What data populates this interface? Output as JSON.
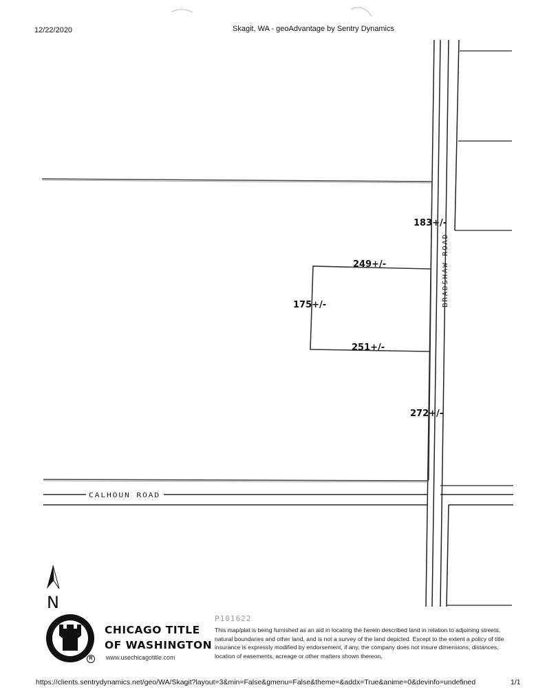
{
  "header": {
    "date": "12/22/2020",
    "title": "Skagit, WA - geoAdvantage by Sentry Dynamics"
  },
  "map": {
    "labels": {
      "north_183": "183+/-",
      "top_249": "249+/-",
      "west_175": "175+/-",
      "bottom_251": "251+/-",
      "south_272": "272+/-"
    },
    "roads": {
      "calhoun": "CALHOUN ROAD",
      "bradshaw": "BRADSHAW ROAD"
    },
    "north_arrow": "N"
  },
  "branding": {
    "line1": "CHICAGO TITLE",
    "line2": "OF WASHINGTON",
    "website": "www.usechicagotitle.com",
    "registered": "R"
  },
  "parcel_code": "P101622",
  "disclaimer": "This map/plat is being furnished as an aid in locating the herein described land in relation to adjoining streets, natural boundaries and other land, and is not a survey of the land depicted. Except to the extent a policy of title insurance is expressly modified by endorsement, if any, the company does not insure dimensions, distances, location of easements, acreage or other matters shown thereon.",
  "footer": {
    "url": "https://clients.sentrydynamics.net/geo/WA/Skagit?layout=3&min=False&gmenu=False&theme=&addx=True&anime=0&devinfo=undefined",
    "page": "1/1"
  }
}
